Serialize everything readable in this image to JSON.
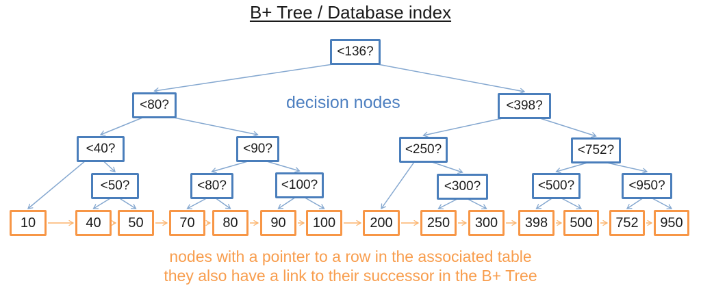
{
  "title": "B+ Tree / Database index",
  "annotations": {
    "decision_nodes_label": "decision nodes",
    "caption_line1": "nodes with a pointer to a row in the associated table",
    "caption_line2": "they also have a link to their successor in the B+ Tree"
  },
  "colors": {
    "background": "#ffffff",
    "title_text": "#1a1a1a",
    "node_text": "#1a1a1a",
    "decision_box_border": "#4a7ebb",
    "decision_edge_line": "#85a8d0",
    "decision_label_text": "#4d7fc0",
    "leaf_box_border": "#f79646",
    "leaf_chain_arrow": "#fbb26b",
    "caption_text": "#f89d4d"
  },
  "decision_nodes": [
    {
      "id": "q136",
      "label": "<136?"
    },
    {
      "id": "q80",
      "label": "<80?"
    },
    {
      "id": "q398",
      "label": "<398?"
    },
    {
      "id": "q40",
      "label": "<40?"
    },
    {
      "id": "q90",
      "label": "<90?"
    },
    {
      "id": "q250",
      "label": "<250?"
    },
    {
      "id": "q752",
      "label": "<752?"
    },
    {
      "id": "q50",
      "label": "<50?"
    },
    {
      "id": "q80b",
      "label": "<80?"
    },
    {
      "id": "q100",
      "label": "<100?"
    },
    {
      "id": "q300",
      "label": "<300?"
    },
    {
      "id": "q500",
      "label": "<500?"
    },
    {
      "id": "q950",
      "label": "<950?"
    }
  ],
  "leaf_nodes": [
    {
      "id": "v10",
      "label": "10"
    },
    {
      "id": "v40",
      "label": "40"
    },
    {
      "id": "v50",
      "label": "50"
    },
    {
      "id": "v70",
      "label": "70"
    },
    {
      "id": "v80",
      "label": "80"
    },
    {
      "id": "v90",
      "label": "90"
    },
    {
      "id": "v100",
      "label": "100"
    },
    {
      "id": "v200",
      "label": "200"
    },
    {
      "id": "v250",
      "label": "250"
    },
    {
      "id": "v300",
      "label": "300"
    },
    {
      "id": "v398",
      "label": "398"
    },
    {
      "id": "v500",
      "label": "500"
    },
    {
      "id": "v752",
      "label": "752"
    },
    {
      "id": "v950",
      "label": "950"
    }
  ],
  "tree_edges": [
    [
      "q136",
      "q80"
    ],
    [
      "q136",
      "q398"
    ],
    [
      "q80",
      "q40"
    ],
    [
      "q80",
      "q90"
    ],
    [
      "q40",
      "v10"
    ],
    [
      "q40",
      "q50"
    ],
    [
      "q50",
      "v40"
    ],
    [
      "q50",
      "v50"
    ],
    [
      "q90",
      "q80b"
    ],
    [
      "q90",
      "q100"
    ],
    [
      "q80b",
      "v70"
    ],
    [
      "q80b",
      "v80"
    ],
    [
      "q100",
      "v90"
    ],
    [
      "q100",
      "v100"
    ],
    [
      "q398",
      "q250"
    ],
    [
      "q398",
      "q752"
    ],
    [
      "q250",
      "v200"
    ],
    [
      "q250",
      "q300"
    ],
    [
      "q300",
      "v250"
    ],
    [
      "q300",
      "v300"
    ],
    [
      "q752",
      "q500"
    ],
    [
      "q752",
      "q950"
    ],
    [
      "q500",
      "v398"
    ],
    [
      "q500",
      "v500"
    ],
    [
      "q950",
      "v752"
    ],
    [
      "q950",
      "v950"
    ]
  ],
  "successor_chain": [
    "v10",
    "v40",
    "v50",
    "v70",
    "v80",
    "v90",
    "v100",
    "v200",
    "v250",
    "v300",
    "v398",
    "v500",
    "v752",
    "v950"
  ]
}
